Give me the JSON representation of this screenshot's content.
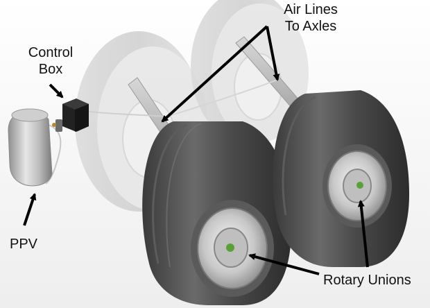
{
  "labels": {
    "air_lines_line1": "Air Lines",
    "air_lines_line2": "To Axles",
    "control_box_line1": "Control",
    "control_box_line2": "Box",
    "ppv": "PPV",
    "rotary_unions": "Rotary Unions"
  },
  "colors": {
    "arrow": "#000000",
    "text": "#111111",
    "background": "#ffffff"
  }
}
